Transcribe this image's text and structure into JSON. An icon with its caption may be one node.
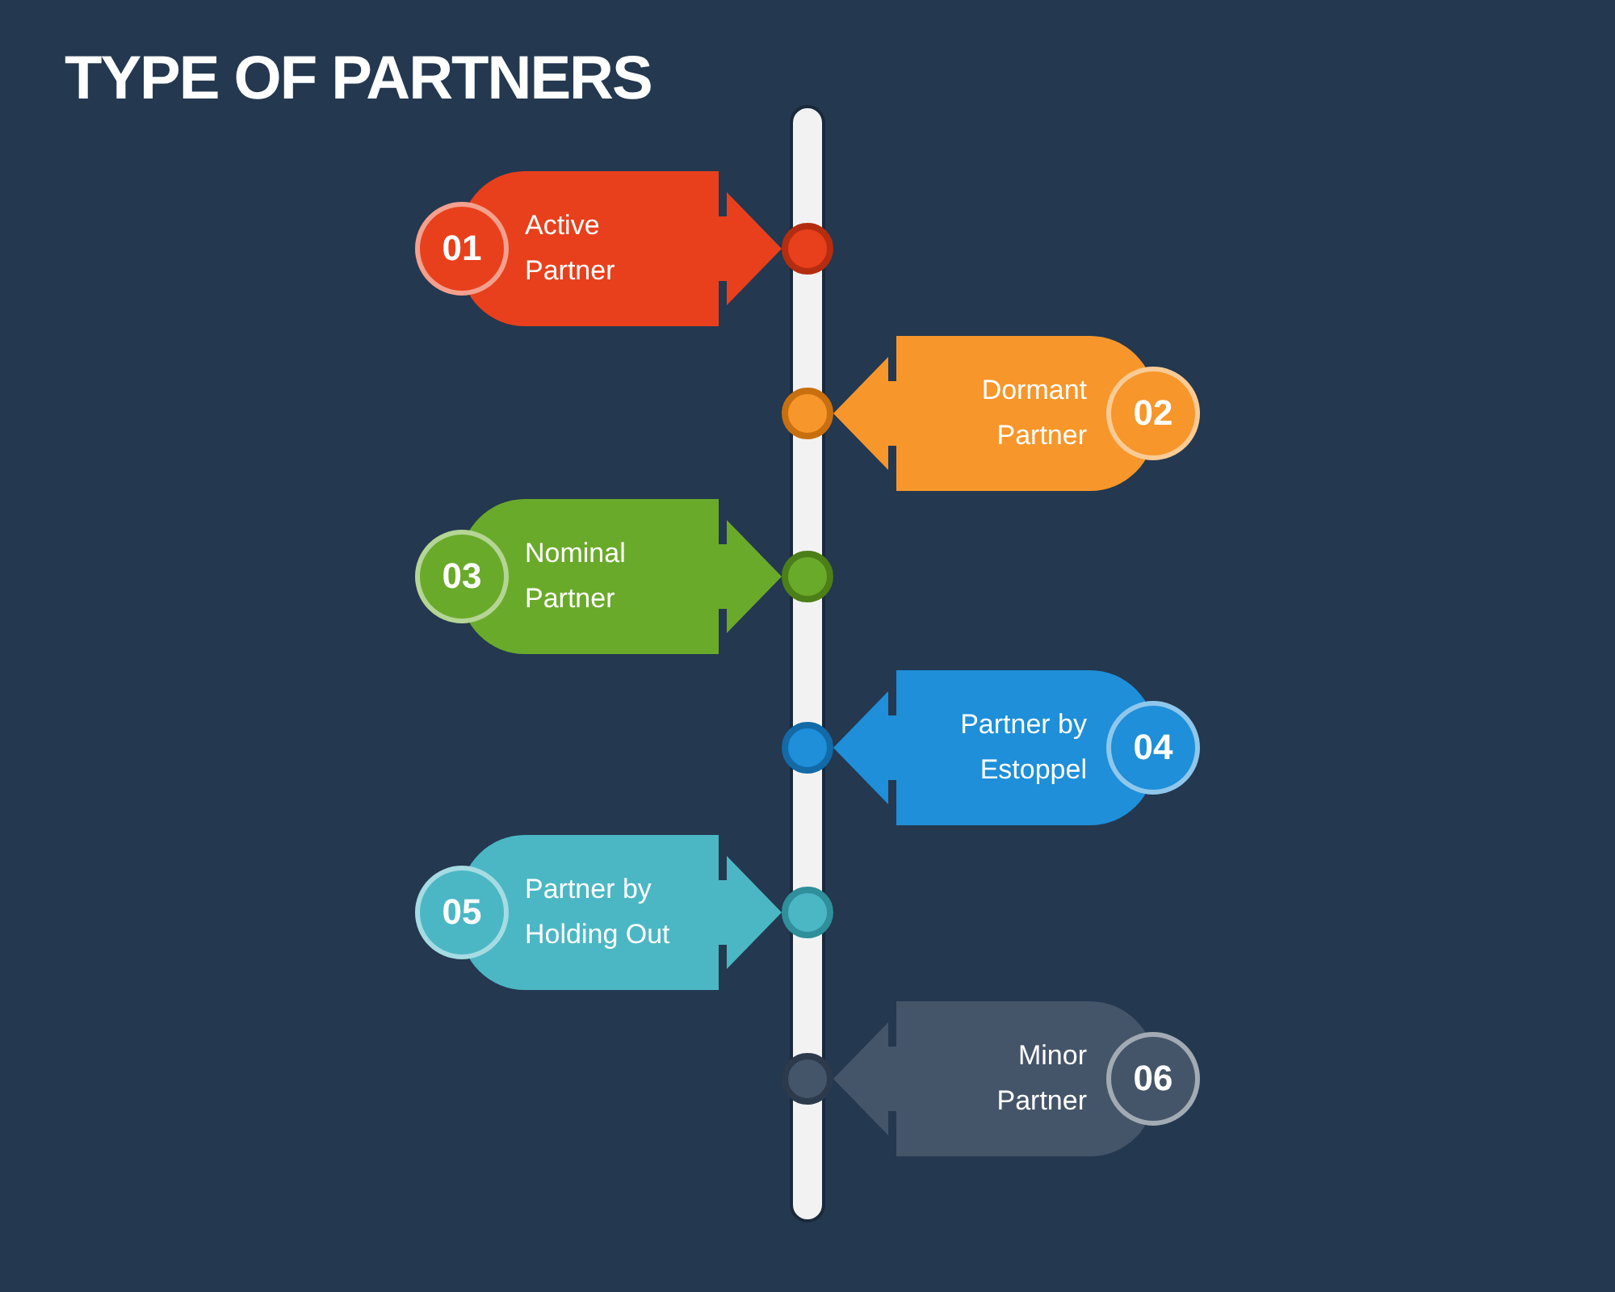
{
  "diagram": {
    "title": "TYPE OF PARTNERS",
    "nodes": [
      {
        "text": [
          "01",
          "Active Partner"
        ]
      },
      {
        "text": [
          "Dormant Partner",
          "02"
        ]
      },
      {
        "text": [
          "03",
          "Nominal Partner"
        ]
      },
      {
        "text": [
          "Partner by Estoppel",
          "04"
        ]
      },
      {
        "text": [
          "05",
          "Partner by Holding Out"
        ]
      },
      {
        "text": [
          "Minor Partner",
          "06"
        ]
      },
      {
        "text": [],
        "shape": "bar"
      },
      {
        "text": [],
        "shape": "circle"
      },
      {
        "text": [],
        "shape": "circle"
      },
      {
        "text": [],
        "shape": "circle"
      },
      {
        "text": [],
        "shape": "circle"
      },
      {
        "text": [],
        "shape": "circle"
      },
      {
        "text": [],
        "shape": "circle"
      }
    ],
    "edges": [
      {
        "from": 0,
        "to": 7,
        "arrow": "to",
        "color": "#e8401c"
      },
      {
        "from": 1,
        "to": 8,
        "arrow": "to",
        "color": "#f7962a"
      },
      {
        "from": 2,
        "to": 9,
        "arrow": "to",
        "color": "#6aaa2a"
      },
      {
        "from": 3,
        "to": 10,
        "arrow": "to",
        "color": "#1e8fd8"
      },
      {
        "from": 4,
        "to": 11,
        "arrow": "to",
        "color": "#4bb7c4"
      },
      {
        "from": 5,
        "to": 12,
        "arrow": "to",
        "color": "#455569"
      }
    ]
  }
}
